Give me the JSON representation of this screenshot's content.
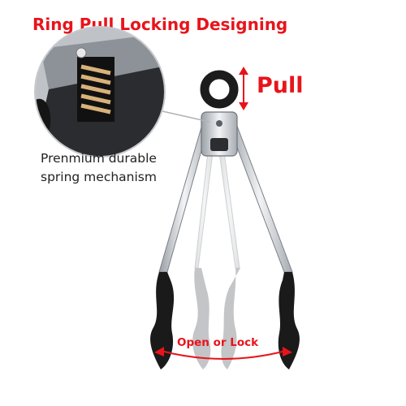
{
  "headline": "Ring Pull Locking Designing",
  "pull_label": "Pull",
  "caption": {
    "line1": "Prenmium durable",
    "line2": "spring mechanism"
  },
  "open_lock_label": "Open or Lock",
  "colors": {
    "accent": "#e8141b",
    "steel": "#cfd2d6",
    "silicone": "#1a1a1a"
  }
}
